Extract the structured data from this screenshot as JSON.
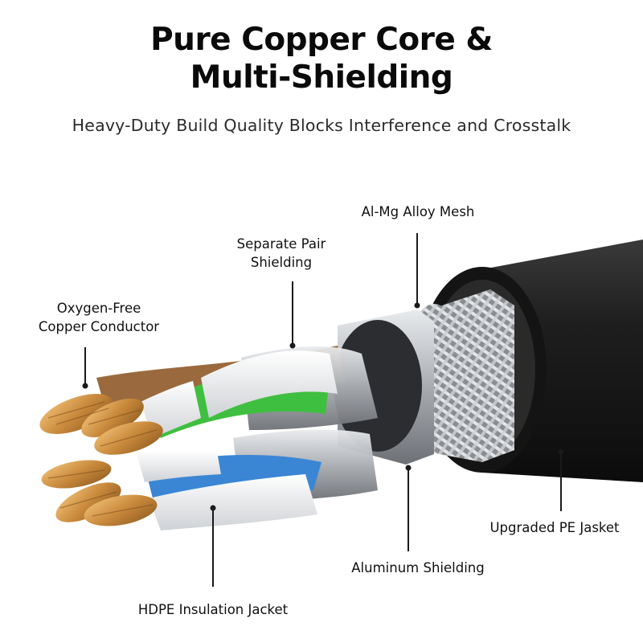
{
  "header": {
    "title_line1": "Pure Copper Core &",
    "title_line2": "Multi-Shielding",
    "subtitle": "Heavy-Duty Build Quality Blocks Interference and Crosstalk"
  },
  "labels": {
    "conductor_line1": "Oxygen-Free",
    "conductor_line2": "Copper Conductor",
    "pair_shield_line1": "Separate Pair",
    "pair_shield_line2": "Shielding",
    "mesh": "Al-Mg Alloy Mesh",
    "pe_jacket": "Upgraded PE Jasket",
    "aluminum": "Aluminum Shielding",
    "hdpe": "HDPE Insulation Jacket"
  },
  "colors": {
    "copper": "#c98a3c",
    "green_wire": "#3fbf3f",
    "blue_wire": "#3a86d4",
    "brown_wire": "#9a6a3e",
    "jacket": "#1b1b1b",
    "foil": "#b9bcc0"
  }
}
